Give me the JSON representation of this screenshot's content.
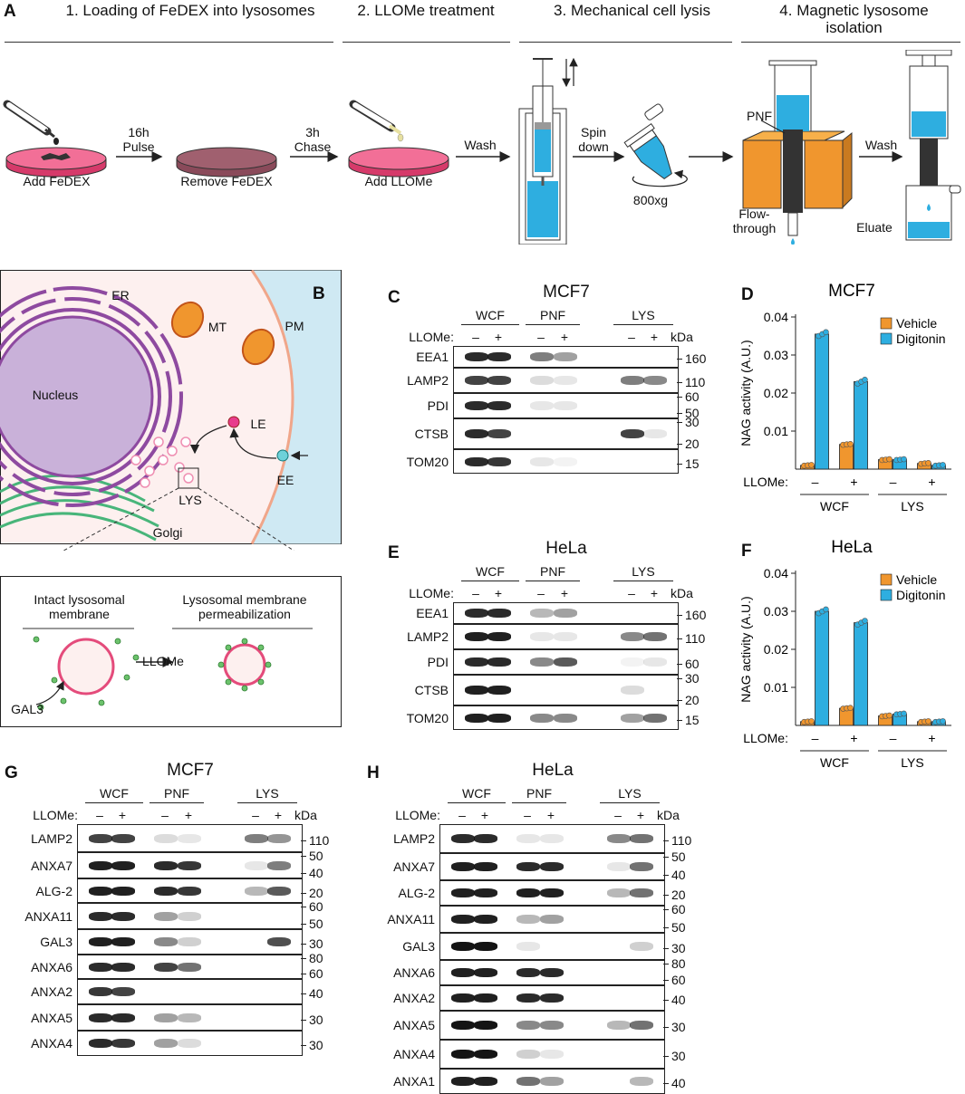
{
  "panel_letters": {
    "a": "A",
    "b": "B",
    "c": "C",
    "d": "D",
    "e": "E",
    "f": "F",
    "g": "G",
    "h": "H"
  },
  "steps": [
    {
      "title": "1. Loading of FeDEX into lysosomes"
    },
    {
      "title": "2. LLOMe treatment"
    },
    {
      "title": "3. Mechanical cell lysis"
    },
    {
      "title": "4. Magnetic lysosome isolation"
    }
  ],
  "workflow_labels": {
    "add_fedex": "Add FeDEX",
    "pulse": "16h Pulse",
    "remove_fedex": "Remove FeDEX",
    "chase": "3h Chase",
    "add_llome": "Add LLOMe",
    "wash1": "Wash",
    "spin": "Spin down",
    "g": "800xg",
    "pnf": "PNF",
    "wash2": "Wash",
    "flow": "Flow-through",
    "eluate": "Eluate"
  },
  "cell_labels": {
    "er": "ER",
    "mt": "MT",
    "pm": "PM",
    "nucleus": "Nucleus",
    "le": "LE",
    "ee": "EE",
    "lys": "LYS",
    "golgi": "Golgi",
    "intact": "Intact lysosomal membrane",
    "lmp": "Lysosomal membrane permeabilization",
    "llome": "LLOMe",
    "gal3": "GAL3"
  },
  "blot_common": {
    "wcf": "WCF",
    "pnf": "PNF",
    "lys": "LYS",
    "llome": "LLOMe:",
    "minus": "–",
    "plus": "+",
    "kda": "kDa"
  },
  "blots": {
    "c": {
      "title": "MCF7",
      "rows": [
        {
          "name": "EEA1",
          "marks": [
            "160"
          ],
          "bands": [
            0.9,
            0.9,
            0.55,
            0.4,
            0,
            0
          ]
        },
        {
          "name": "LAMP2",
          "marks": [
            "110"
          ],
          "bands": [
            0.8,
            0.8,
            0.15,
            0.1,
            0.55,
            0.5
          ]
        },
        {
          "name": "PDI",
          "marks": [
            "60",
            "50"
          ],
          "bands": [
            0.9,
            0.9,
            0.1,
            0.1,
            0,
            0
          ]
        },
        {
          "name": "CTSB",
          "marks": [
            "30",
            "20"
          ],
          "bands": [
            0.9,
            0.8,
            0,
            0,
            0.8,
            0.1
          ]
        },
        {
          "name": "TOM20",
          "marks": [
            "15"
          ],
          "bands": [
            0.9,
            0.85,
            0.1,
            0.05,
            0,
            0
          ]
        }
      ]
    },
    "e": {
      "title": "HeLa",
      "rows": [
        {
          "name": "EEA1",
          "marks": [
            "160"
          ],
          "bands": [
            0.9,
            0.9,
            0.3,
            0.4,
            0,
            0
          ]
        },
        {
          "name": "LAMP2",
          "marks": [
            "110"
          ],
          "bands": [
            0.95,
            0.95,
            0.1,
            0.1,
            0.5,
            0.6
          ]
        },
        {
          "name": "PDI",
          "marks": [
            "60"
          ],
          "bands": [
            0.9,
            0.9,
            0.5,
            0.7,
            0.05,
            0.1
          ]
        },
        {
          "name": "CTSB",
          "marks": [
            "30",
            "20"
          ],
          "bands": [
            0.95,
            0.95,
            0,
            0,
            0.15,
            0
          ]
        },
        {
          "name": "TOM20",
          "marks": [
            "15"
          ],
          "bands": [
            0.95,
            0.95,
            0.5,
            0.5,
            0.4,
            0.6
          ]
        }
      ]
    },
    "g": {
      "title": "MCF7",
      "rows": [
        {
          "name": "LAMP2",
          "marks": [
            "110"
          ],
          "bands": [
            0.8,
            0.8,
            0.15,
            0.1,
            0.55,
            0.45
          ]
        },
        {
          "name": "ANXA7",
          "marks": [
            "50",
            "40"
          ],
          "bands": [
            0.95,
            0.95,
            0.9,
            0.85,
            0.1,
            0.55
          ]
        },
        {
          "name": "ALG-2",
          "marks": [
            "20"
          ],
          "bands": [
            0.95,
            0.95,
            0.9,
            0.85,
            0.3,
            0.7
          ]
        },
        {
          "name": "ANXA11",
          "marks": [
            "60",
            "50"
          ],
          "bands": [
            0.9,
            0.9,
            0.4,
            0.2,
            0,
            0
          ]
        },
        {
          "name": "GAL3",
          "marks": [
            "30"
          ],
          "bands": [
            0.95,
            0.95,
            0.5,
            0.2,
            0,
            0.75
          ]
        },
        {
          "name": "ANXA6",
          "marks": [
            "80",
            "60"
          ],
          "bands": [
            0.9,
            0.9,
            0.8,
            0.6,
            0,
            0
          ]
        },
        {
          "name": "ANXA2",
          "marks": [
            "40"
          ],
          "bands": [
            0.85,
            0.8,
            0,
            0,
            0,
            0
          ]
        },
        {
          "name": "ANXA5",
          "marks": [
            "30"
          ],
          "bands": [
            0.9,
            0.9,
            0.4,
            0.3,
            0,
            0
          ]
        },
        {
          "name": "ANXA4",
          "marks": [
            "30"
          ],
          "bands": [
            0.9,
            0.85,
            0.4,
            0.15,
            0,
            0
          ]
        }
      ]
    },
    "h": {
      "title": "HeLa",
      "rows": [
        {
          "name": "LAMP2",
          "marks": [
            "110"
          ],
          "bands": [
            0.9,
            0.9,
            0.1,
            0.1,
            0.5,
            0.6
          ]
        },
        {
          "name": "ANXA7",
          "marks": [
            "50",
            "40"
          ],
          "bands": [
            0.95,
            0.95,
            0.9,
            0.9,
            0.1,
            0.6
          ]
        },
        {
          "name": "ALG-2",
          "marks": [
            "20"
          ],
          "bands": [
            0.95,
            0.95,
            0.95,
            0.95,
            0.3,
            0.6
          ]
        },
        {
          "name": "ANXA11",
          "marks": [
            "60",
            "50"
          ],
          "bands": [
            0.95,
            0.95,
            0.3,
            0.4,
            0,
            0
          ]
        },
        {
          "name": "GAL3",
          "marks": [
            "30"
          ],
          "bands": [
            1,
            1,
            0.1,
            0,
            0,
            0.2
          ]
        },
        {
          "name": "ANXA6",
          "marks": [
            "80",
            "60"
          ],
          "bands": [
            0.95,
            0.95,
            0.9,
            0.9,
            0,
            0
          ]
        },
        {
          "name": "ANXA2",
          "marks": [
            "40"
          ],
          "bands": [
            0.95,
            0.95,
            0.9,
            0.9,
            0,
            0
          ]
        },
        {
          "name": "ANXA5",
          "marks": [
            "30"
          ],
          "bands": [
            1,
            1,
            0.5,
            0.5,
            0.3,
            0.6
          ]
        },
        {
          "name": "ANXA4",
          "marks": [
            "30"
          ],
          "bands": [
            1,
            1,
            0.2,
            0.1,
            0,
            0
          ]
        },
        {
          "name": "ANXA1",
          "marks": [
            "40"
          ],
          "bands": [
            0.95,
            0.95,
            0.6,
            0.4,
            0,
            0.3
          ]
        }
      ]
    }
  },
  "chart_data": [
    {
      "type": "bar",
      "panel": "D",
      "title": "MCF7",
      "ylabel": "NAG activity (A.U.)",
      "ylim": [
        0,
        0.04
      ],
      "yticks": [
        "0.01",
        "0.02",
        "0.03",
        "0.04"
      ],
      "llome_label": "LLOMe:",
      "categories": [
        "–",
        "+",
        "–",
        "+"
      ],
      "groups": [
        "WCF",
        "LYS"
      ],
      "series": [
        {
          "name": "Vehicle",
          "color": "#f0962e",
          "values": [
            0.001,
            0.0065,
            0.0025,
            0.0015
          ]
        },
        {
          "name": "Digitonin",
          "color": "#2eaee0",
          "values": [
            0.0355,
            0.023,
            0.0025,
            0.001
          ]
        }
      ]
    },
    {
      "type": "bar",
      "panel": "F",
      "title": "HeLa",
      "ylabel": "NAG activity (A.U.)",
      "ylim": [
        0,
        0.04
      ],
      "yticks": [
        "0.01",
        "0.02",
        "0.03",
        "0.04"
      ],
      "llome_label": "LLOMe:",
      "categories": [
        "–",
        "+",
        "–",
        "+"
      ],
      "groups": [
        "WCF",
        "LYS"
      ],
      "series": [
        {
          "name": "Vehicle",
          "color": "#f0962e",
          "values": [
            0.001,
            0.0045,
            0.0025,
            0.001
          ]
        },
        {
          "name": "Digitonin",
          "color": "#2eaee0",
          "values": [
            0.03,
            0.027,
            0.003,
            0.001
          ]
        }
      ]
    }
  ]
}
